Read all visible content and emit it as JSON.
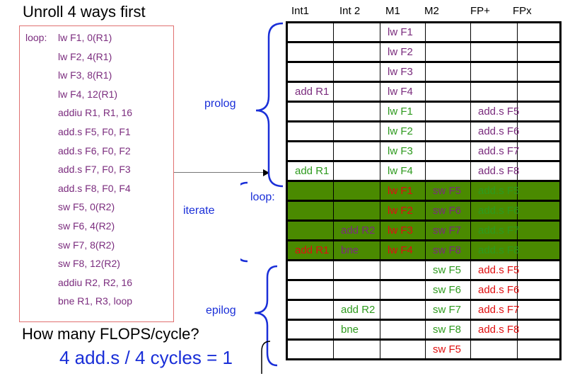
{
  "title": "Unroll 4 ways first",
  "code": [
    {
      "label": "loop:",
      "text": "lw F1, 0(R1)"
    },
    {
      "label": "",
      "text": "lw F2, 4(R1)"
    },
    {
      "label": "",
      "text": "lw F3, 8(R1)"
    },
    {
      "label": "",
      "text": "lw F4, 12(R1)"
    },
    {
      "label": "",
      "text": "addiu R1, R1, 16"
    },
    {
      "label": "",
      "text": "add.s F5, F0, F1"
    },
    {
      "label": "",
      "text": "add.s F6, F0, F2"
    },
    {
      "label": "",
      "text": "add.s F7, F0, F3"
    },
    {
      "label": "",
      "text": "add.s F8, F0, F4"
    },
    {
      "label": "",
      "text": "sw F5, 0(R2)"
    },
    {
      "label": "",
      "text": "sw F6, 4(R2)"
    },
    {
      "label": "",
      "text": "sw F7, 8(R2)"
    },
    {
      "label": "",
      "text": "sw F8, 12(R2)"
    },
    {
      "label": "",
      "text": "addiu R2, R2, 16"
    },
    {
      "label": "",
      "text": "bne R1, R3, loop"
    }
  ],
  "section_labels": {
    "prolog": "prolog",
    "iterate": "iterate",
    "epilog": "epilog",
    "loop": "loop:"
  },
  "question": "How many FLOPS/cycle?",
  "answer": "4 add.s / 4 cycles = 1",
  "columns": [
    "Int1",
    "Int 2",
    "M1",
    "M2",
    "FP+",
    "FPx"
  ],
  "colors": {
    "purple": "#7b2c7e",
    "green_text": "#2e9a1e",
    "red_text": "#e01010",
    "highlight": "#4a8a00",
    "blue": "#1a2fd8"
  },
  "schedule": [
    {
      "section": "prolog",
      "cells": [
        {
          "t": "",
          "c": ""
        },
        {
          "t": "",
          "c": ""
        },
        {
          "t": "lw F1",
          "c": "purple"
        },
        {
          "t": "",
          "c": ""
        },
        {
          "t": "",
          "c": ""
        },
        {
          "t": "",
          "c": ""
        }
      ]
    },
    {
      "section": "prolog",
      "cells": [
        {
          "t": "",
          "c": ""
        },
        {
          "t": "",
          "c": ""
        },
        {
          "t": "lw F2",
          "c": "purple"
        },
        {
          "t": "",
          "c": ""
        },
        {
          "t": "",
          "c": ""
        },
        {
          "t": "",
          "c": ""
        }
      ]
    },
    {
      "section": "prolog",
      "cells": [
        {
          "t": "",
          "c": ""
        },
        {
          "t": "",
          "c": ""
        },
        {
          "t": "lw F3",
          "c": "purple"
        },
        {
          "t": "",
          "c": ""
        },
        {
          "t": "",
          "c": ""
        },
        {
          "t": "",
          "c": ""
        }
      ]
    },
    {
      "section": "prolog",
      "cells": [
        {
          "t": "add R1",
          "c": "purple"
        },
        {
          "t": "",
          "c": ""
        },
        {
          "t": "lw F4",
          "c": "purple"
        },
        {
          "t": "",
          "c": ""
        },
        {
          "t": "",
          "c": ""
        },
        {
          "t": "",
          "c": ""
        }
      ]
    },
    {
      "section": "prolog",
      "cells": [
        {
          "t": "",
          "c": ""
        },
        {
          "t": "",
          "c": ""
        },
        {
          "t": "lw F1",
          "c": "green"
        },
        {
          "t": "",
          "c": ""
        },
        {
          "t": "add.s F5",
          "c": "purple"
        },
        {
          "t": "",
          "c": ""
        }
      ]
    },
    {
      "section": "prolog",
      "cells": [
        {
          "t": "",
          "c": ""
        },
        {
          "t": "",
          "c": ""
        },
        {
          "t": "lw F2",
          "c": "green"
        },
        {
          "t": "",
          "c": ""
        },
        {
          "t": "add.s F6",
          "c": "purple"
        },
        {
          "t": "",
          "c": ""
        }
      ]
    },
    {
      "section": "prolog",
      "cells": [
        {
          "t": "",
          "c": ""
        },
        {
          "t": "",
          "c": ""
        },
        {
          "t": "lw F3",
          "c": "green"
        },
        {
          "t": "",
          "c": ""
        },
        {
          "t": "add.s F7",
          "c": "purple"
        },
        {
          "t": "",
          "c": ""
        }
      ]
    },
    {
      "section": "prolog",
      "cells": [
        {
          "t": "add R1",
          "c": "green"
        },
        {
          "t": "",
          "c": ""
        },
        {
          "t": "lw F4",
          "c": "green"
        },
        {
          "t": "",
          "c": ""
        },
        {
          "t": "add.s F8",
          "c": "purple"
        },
        {
          "t": "",
          "c": ""
        }
      ]
    },
    {
      "section": "iterate",
      "cells": [
        {
          "t": "",
          "c": ""
        },
        {
          "t": "",
          "c": ""
        },
        {
          "t": "lw F1",
          "c": "red"
        },
        {
          "t": "sw F5",
          "c": "purple"
        },
        {
          "t": "add.s F5",
          "c": "green"
        },
        {
          "t": "",
          "c": ""
        }
      ]
    },
    {
      "section": "iterate",
      "cells": [
        {
          "t": "",
          "c": ""
        },
        {
          "t": "",
          "c": ""
        },
        {
          "t": "lw F2",
          "c": "red"
        },
        {
          "t": "sw F6",
          "c": "purple"
        },
        {
          "t": "add.s F6",
          "c": "green"
        },
        {
          "t": "",
          "c": ""
        }
      ]
    },
    {
      "section": "iterate",
      "cells": [
        {
          "t": "",
          "c": ""
        },
        {
          "t": "add R2",
          "c": "purple"
        },
        {
          "t": "lw F3",
          "c": "red"
        },
        {
          "t": "sw F7",
          "c": "purple"
        },
        {
          "t": "add.s F7",
          "c": "green"
        },
        {
          "t": "",
          "c": ""
        }
      ]
    },
    {
      "section": "iterate",
      "cells": [
        {
          "t": "add R1",
          "c": "red"
        },
        {
          "t": "bne",
          "c": "purple"
        },
        {
          "t": "lw F4",
          "c": "red"
        },
        {
          "t": "sw F8",
          "c": "purple"
        },
        {
          "t": "add.s F8",
          "c": "green"
        },
        {
          "t": "",
          "c": ""
        }
      ]
    },
    {
      "section": "epilog",
      "cells": [
        {
          "t": "",
          "c": ""
        },
        {
          "t": "",
          "c": ""
        },
        {
          "t": "",
          "c": ""
        },
        {
          "t": "sw F5",
          "c": "green"
        },
        {
          "t": "add.s F5",
          "c": "red"
        },
        {
          "t": "",
          "c": ""
        }
      ]
    },
    {
      "section": "epilog",
      "cells": [
        {
          "t": "",
          "c": ""
        },
        {
          "t": "",
          "c": ""
        },
        {
          "t": "",
          "c": ""
        },
        {
          "t": "sw F6",
          "c": "green"
        },
        {
          "t": "add.s F6",
          "c": "red"
        },
        {
          "t": "",
          "c": ""
        }
      ]
    },
    {
      "section": "epilog",
      "cells": [
        {
          "t": "",
          "c": ""
        },
        {
          "t": "add R2",
          "c": "green"
        },
        {
          "t": "",
          "c": ""
        },
        {
          "t": "sw F7",
          "c": "green"
        },
        {
          "t": "add.s F7",
          "c": "red"
        },
        {
          "t": "",
          "c": ""
        }
      ]
    },
    {
      "section": "epilog",
      "cells": [
        {
          "t": "",
          "c": ""
        },
        {
          "t": "bne",
          "c": "green"
        },
        {
          "t": "",
          "c": ""
        },
        {
          "t": "sw F8",
          "c": "green"
        },
        {
          "t": "add.s F8",
          "c": "red"
        },
        {
          "t": "",
          "c": ""
        }
      ]
    },
    {
      "section": "epilog",
      "cells": [
        {
          "t": "",
          "c": ""
        },
        {
          "t": "",
          "c": ""
        },
        {
          "t": "",
          "c": ""
        },
        {
          "t": "sw F5",
          "c": "red"
        },
        {
          "t": "",
          "c": ""
        },
        {
          "t": "",
          "c": ""
        }
      ]
    }
  ]
}
